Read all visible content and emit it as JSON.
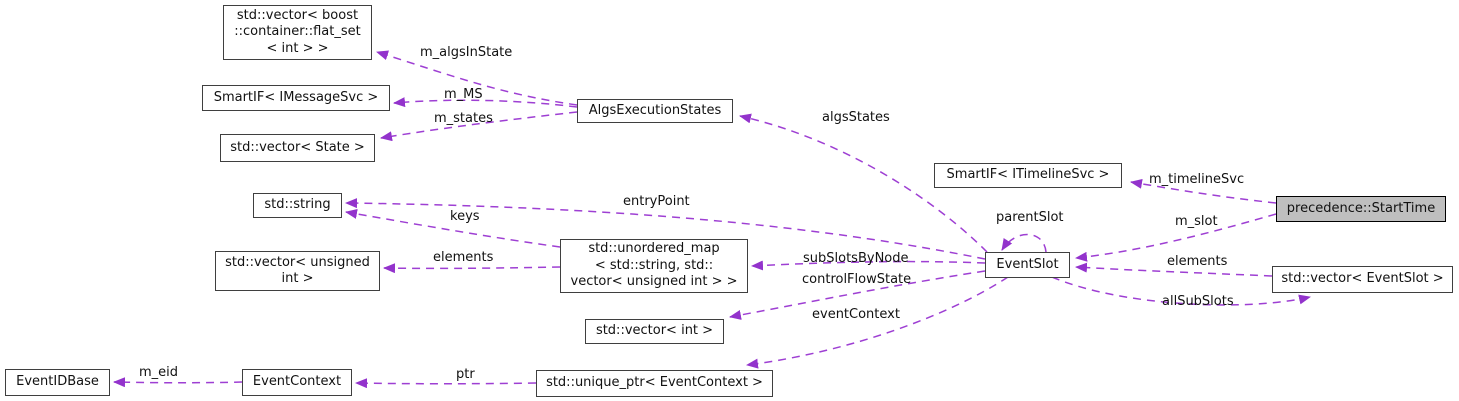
{
  "diagram": {
    "kind": "collaboration-graph",
    "colors": {
      "edge": "#9e3fd3",
      "arrow": "#9333cc",
      "node_border": "#3f3f3f",
      "node_fill": "#ffffff",
      "highlight_fill": "#bfbfbf",
      "text": "#111111",
      "background": "#ffffff"
    },
    "nodes": [
      {
        "id": "vector-flat-set",
        "label": "std::vector< boost\n::container::flat_set\n< int > >",
        "highlighted": false
      },
      {
        "id": "smartif-imessagesvc",
        "label": "SmartIF< IMessageSvc >",
        "highlighted": false
      },
      {
        "id": "vector-state",
        "label": "std::vector< State >",
        "highlighted": false
      },
      {
        "id": "std-string",
        "label": "std::string",
        "highlighted": false
      },
      {
        "id": "vector-unsigned-int",
        "label": "std::vector< unsigned\nint >",
        "highlighted": false
      },
      {
        "id": "algs-execution-states",
        "label": "AlgsExecutionStates",
        "highlighted": false
      },
      {
        "id": "unordered-map",
        "label": "std::unordered_map\n< std::string, std::\nvector< unsigned int > >",
        "highlighted": false
      },
      {
        "id": "vector-int",
        "label": "std::vector< int >",
        "highlighted": false
      },
      {
        "id": "smartif-itimelinesvc",
        "label": "SmartIF< ITimelineSvc >",
        "highlighted": false
      },
      {
        "id": "event-slot",
        "label": "EventSlot",
        "highlighted": false
      },
      {
        "id": "precedence-start-time",
        "label": "precedence::StartTime",
        "highlighted": true
      },
      {
        "id": "vector-event-slot",
        "label": "std::vector< EventSlot >",
        "highlighted": false
      },
      {
        "id": "event-id-base",
        "label": "EventIDBase",
        "highlighted": false
      },
      {
        "id": "event-context",
        "label": "EventContext",
        "highlighted": false
      },
      {
        "id": "unique-ptr-event-context",
        "label": "std::unique_ptr< EventContext >",
        "highlighted": false
      }
    ],
    "edges": [
      {
        "label": "m_algsInState",
        "from": "algs-execution-states",
        "to": "vector-flat-set"
      },
      {
        "label": "m_MS",
        "from": "algs-execution-states",
        "to": "smartif-imessagesvc"
      },
      {
        "label": "m_states",
        "from": "algs-execution-states",
        "to": "vector-state"
      },
      {
        "label": "algsStates",
        "from": "event-slot",
        "to": "algs-execution-states"
      },
      {
        "label": "entryPoint",
        "from": "event-slot",
        "to": "std-string"
      },
      {
        "label": "keys",
        "from": "unordered-map",
        "to": "std-string"
      },
      {
        "label": "elements",
        "from": "unordered-map",
        "to": "vector-unsigned-int"
      },
      {
        "label": "subSlotsByNode",
        "from": "event-slot",
        "to": "unordered-map"
      },
      {
        "label": "controlFlowState",
        "from": "event-slot",
        "to": "vector-int"
      },
      {
        "label": "eventContext",
        "from": "event-slot",
        "to": "unique-ptr-event-context"
      },
      {
        "label": "parentSlot",
        "from": "event-slot",
        "to": "event-slot"
      },
      {
        "label": "m_timelineSvc",
        "from": "precedence-start-time",
        "to": "smartif-itimelinesvc"
      },
      {
        "label": "m_slot",
        "from": "precedence-start-time",
        "to": "event-slot"
      },
      {
        "label": "elements",
        "from": "vector-event-slot",
        "to": "event-slot"
      },
      {
        "label": "allSubSlots",
        "from": "event-slot",
        "to": "vector-event-slot"
      },
      {
        "label": "m_eid",
        "from": "event-context",
        "to": "event-id-base"
      },
      {
        "label": "ptr",
        "from": "unique-ptr-event-context",
        "to": "event-context"
      }
    ]
  }
}
